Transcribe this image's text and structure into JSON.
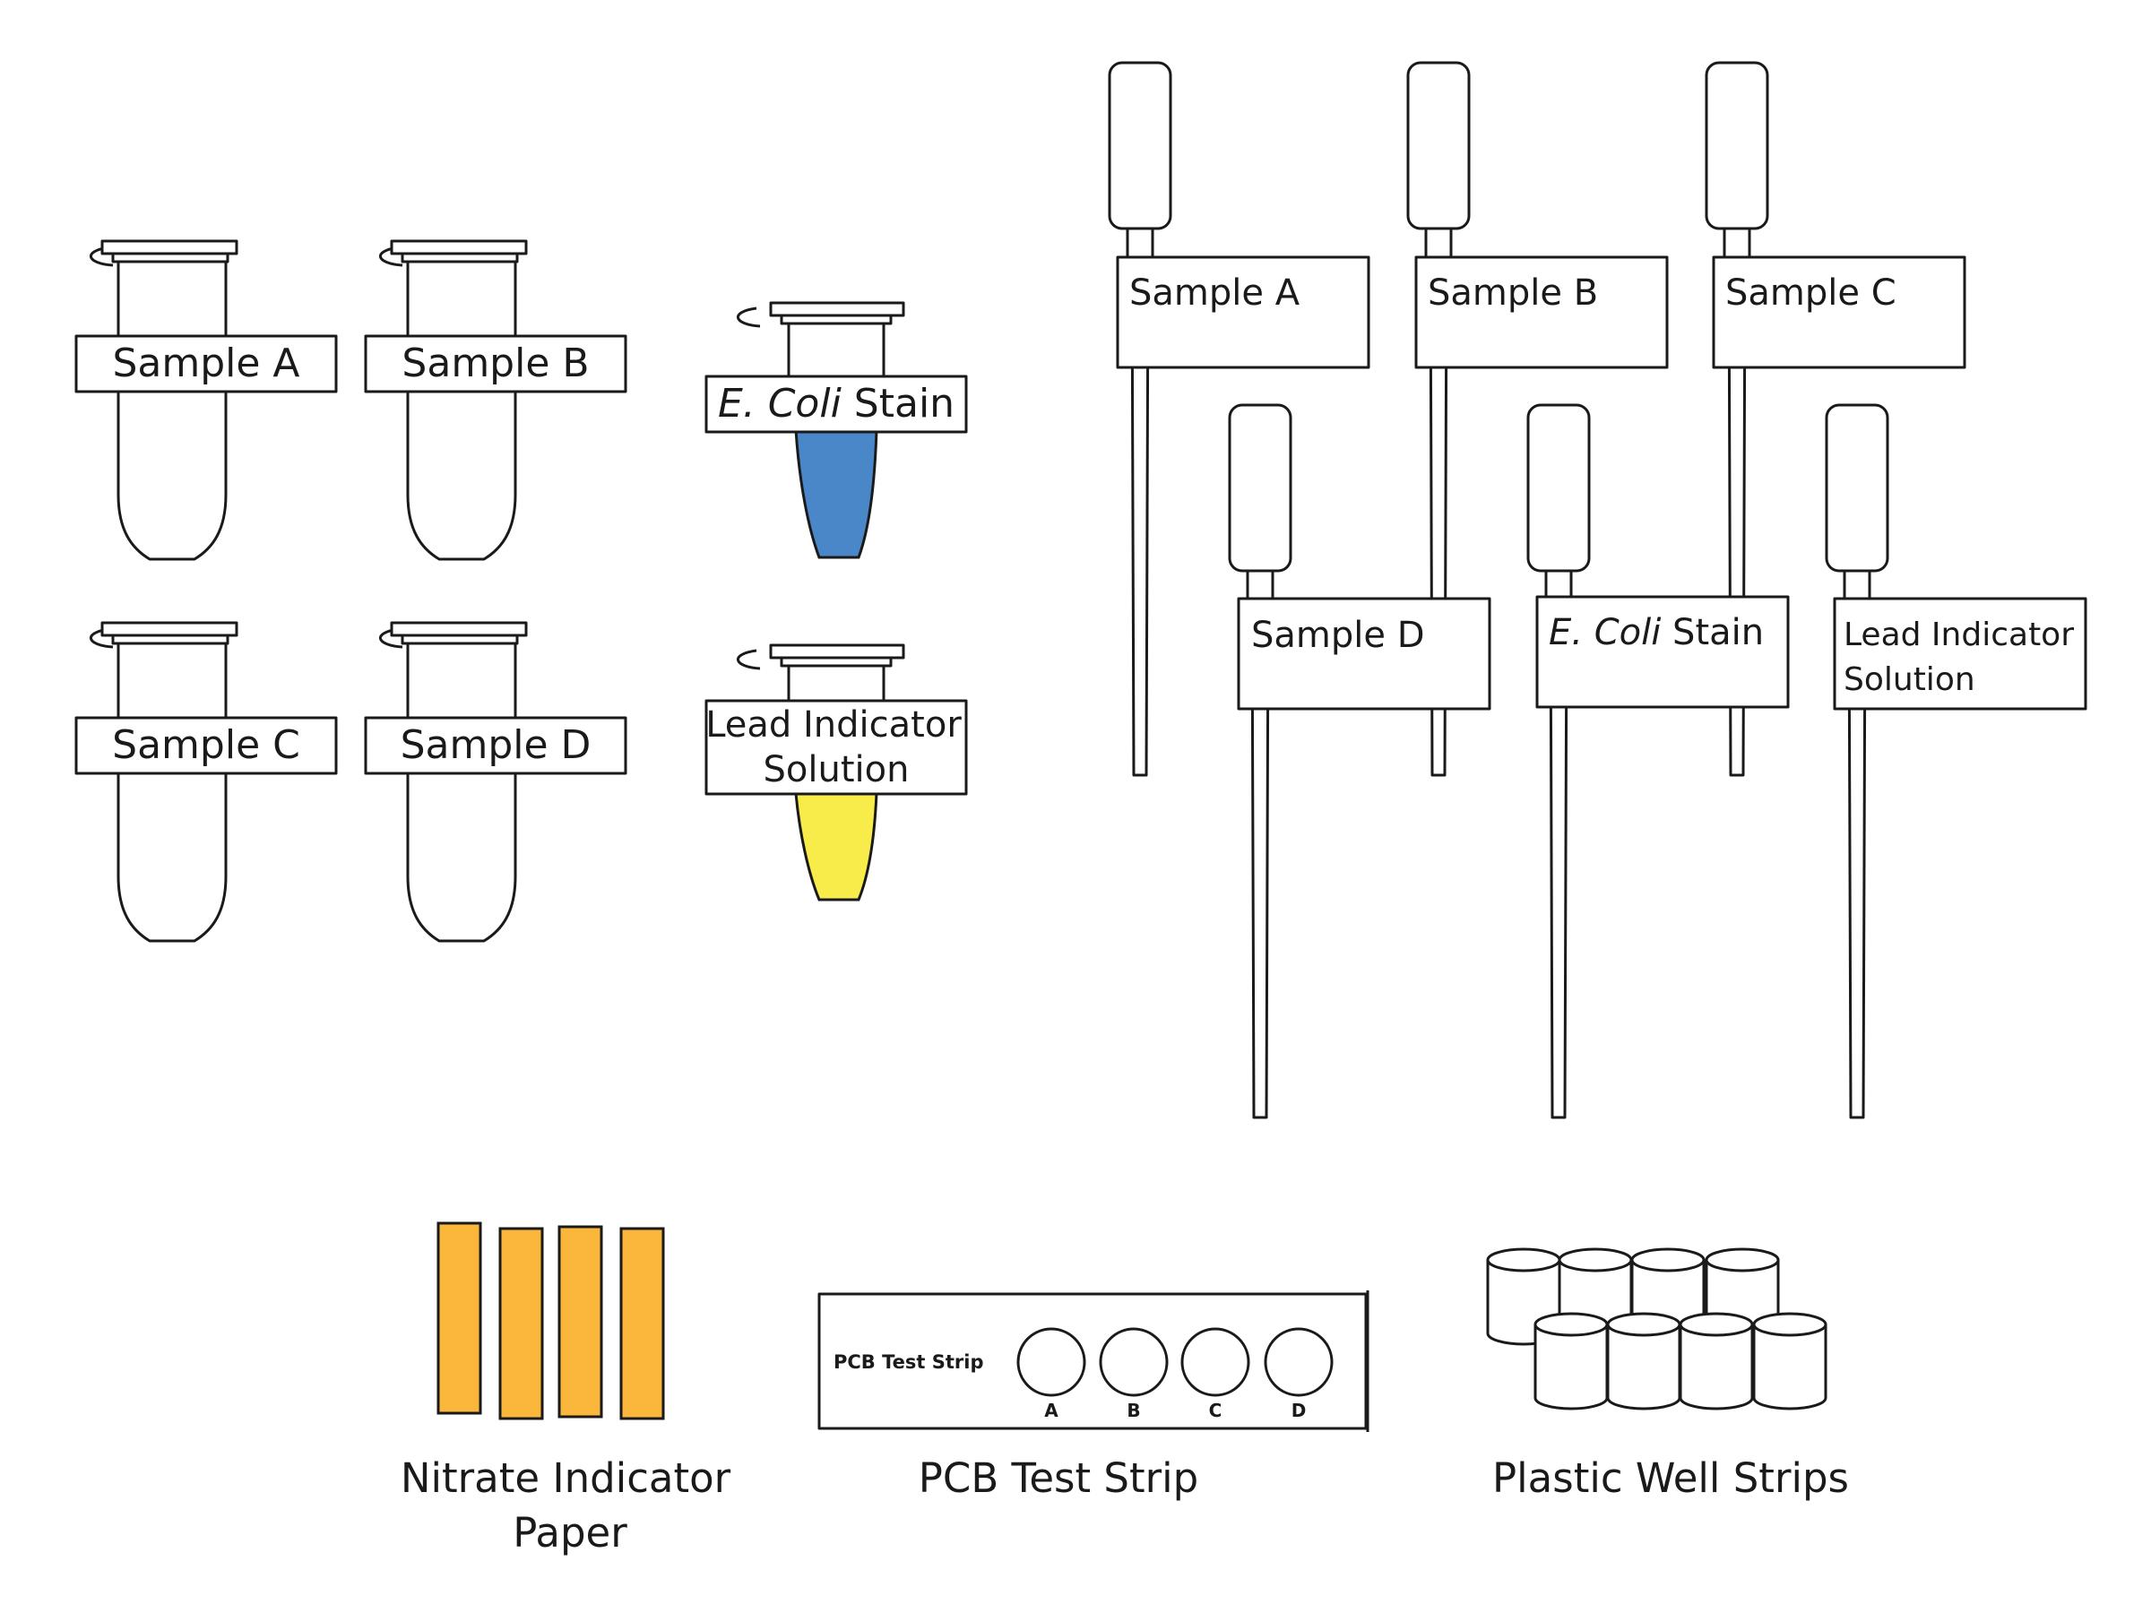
{
  "colors": {
    "line": "#1a1a1a",
    "e_coli_stain_fill": "#4a87c8",
    "lead_indicator_fill": "#f8ec4a",
    "nitrate_paper_fill": "#fbb73c",
    "background": "#ffffff"
  },
  "tubes": {
    "sample_a": "Sample A",
    "sample_b": "Sample B",
    "sample_c": "Sample C",
    "sample_d": "Sample D"
  },
  "stain_tubes": {
    "e_coli_italic": "E. Coli",
    "e_coli_rest": " Stain",
    "lead_line1": "Lead Indicator",
    "lead_line2": "Solution"
  },
  "pipettes": {
    "sample_a": "Sample A",
    "sample_b": "Sample B",
    "sample_c": "Sample C",
    "sample_d": "Sample D",
    "e_coli_italic": "E. Coli",
    "e_coli_rest": " Stain",
    "lead_line1": "Lead Indicator",
    "lead_line2": "Solution"
  },
  "nitrate_paper": {
    "caption_line1": "Nitrate Indicator",
    "caption_line2": "Paper",
    "strip_count": 4
  },
  "pcb_strip": {
    "inner_label": "PCB Test Strip",
    "well_a": "A",
    "well_b": "B",
    "well_c": "C",
    "well_d": "D",
    "caption": "PCB Test Strip"
  },
  "well_strips": {
    "caption": "Plastic Well Strips",
    "back_row_count": 4,
    "front_row_count": 4
  }
}
